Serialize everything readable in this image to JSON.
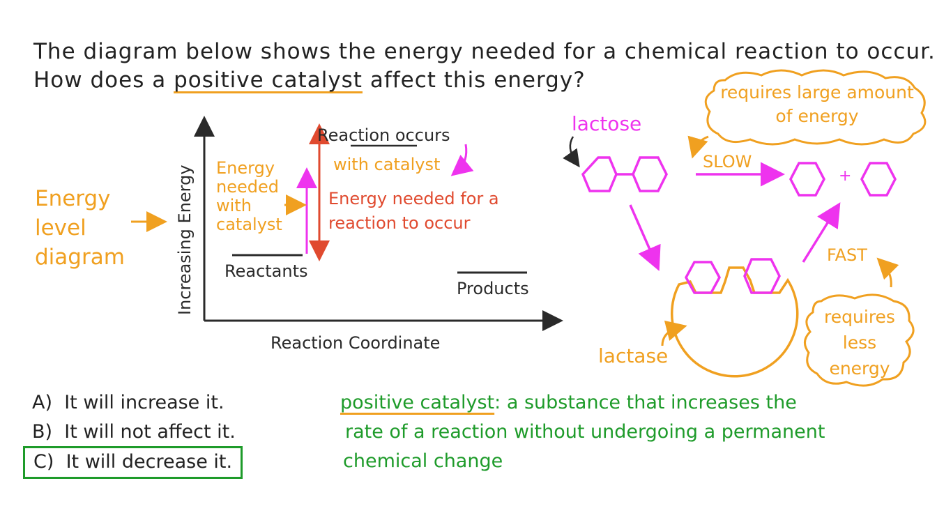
{
  "question": {
    "line1": "The diagram below shows the energy needed for a chemical reaction to occur.",
    "line2_before": "How does a ",
    "line2_highlight": "positive catalyst",
    "line2_after": " affect this energy?"
  },
  "left_label": "Energy level diagram",
  "chart": {
    "y_axis_label": "Increasing Energy",
    "x_axis_label": "Reaction Coordinate",
    "reactants_label": "Reactants",
    "products_label": "Products",
    "reaction_occurs_label": "Reaction occurs",
    "with_catalyst_label": "with catalyst",
    "energy_with_catalyst_label": "Energy needed with catalyst",
    "energy_needed_label_line1": "Energy needed for a",
    "energy_needed_label_line2": "reaction to occur"
  },
  "enzyme": {
    "lactose_label": "lactose",
    "slow_label": "SLOW",
    "fast_label": "FAST",
    "plus": "+",
    "lactase_label": "lactase",
    "cloud_large": "requires large amount of energy",
    "cloud_less": "requires less energy"
  },
  "options": [
    {
      "label": "A)",
      "text": "It will increase it."
    },
    {
      "label": "B)",
      "text": "It will not affect it."
    },
    {
      "label": "C)",
      "text": "It will decrease it."
    }
  ],
  "definition": {
    "term": "positive catalyst",
    "line1_rest": ": a substance that increases the",
    "line2": "rate of a reaction without undergoing a permanent",
    "line3": "chemical change"
  },
  "colors": {
    "orange": "#f0a020",
    "magenta": "#ee33ee",
    "red": "#e04a2f",
    "green": "#1e9b2a",
    "dark": "#2a2a2a"
  }
}
